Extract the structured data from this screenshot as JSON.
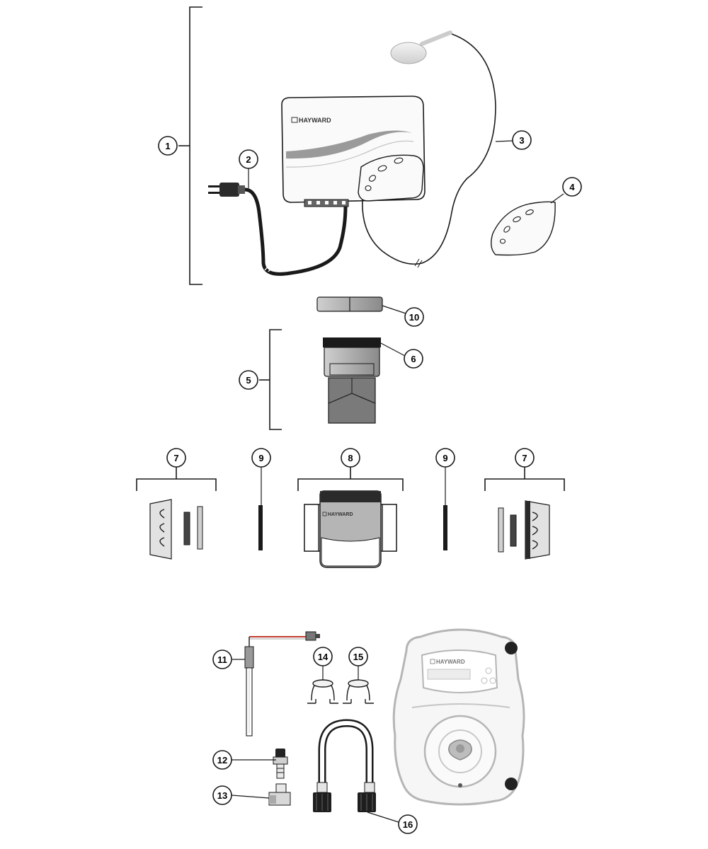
{
  "brand": "HAYWARD",
  "callouts": [
    "1",
    "2",
    "3",
    "4",
    "5",
    "6",
    "7",
    "8",
    "9",
    "10",
    "11",
    "12",
    "13",
    "14",
    "15",
    "16"
  ],
  "colors": {
    "line": "#1a1a1a",
    "housing_fill": "#fafafa",
    "swoosh": "#9a9a9a",
    "light_gray": "#d9d9d9",
    "mid_gray": "#888888",
    "dark_gray": "#444444",
    "pump_outline": "#b5b5b5",
    "cable_red": "#c0392b"
  },
  "icons": [
    "control-unit",
    "power-cord-plug",
    "flow-sensor",
    "cover-panel",
    "cell-assembly",
    "union-nut",
    "union-fitting-kit",
    "o-ring",
    "cell",
    "cell-cable-connector",
    "ph-probe",
    "injection-valve",
    "probe-holder",
    "tube-clamp",
    "tube-clamp",
    "pump-tube-assembly",
    "dosing-pump"
  ]
}
